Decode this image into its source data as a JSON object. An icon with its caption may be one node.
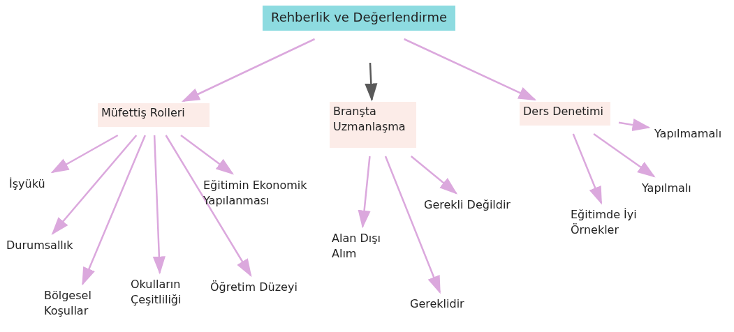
{
  "diagram": {
    "nodes": [
      {
        "text": [
          "Rehberlik ve Değerlendirme"
        ]
      },
      {
        "text": [
          "Müfettiş Rolleri"
        ]
      },
      {
        "text": [
          "Branşta Uzmanlaşma"
        ]
      },
      {
        "text": [
          "Ders Denetimi"
        ]
      },
      {
        "text": [
          "İşyükü"
        ]
      },
      {
        "text": [
          "Durumsallık"
        ]
      },
      {
        "text": [
          "Bölgesel Koşullar"
        ]
      },
      {
        "text": [
          "Okulların Çeşitliliği"
        ]
      },
      {
        "text": [
          "Öğretim Düzeyi"
        ]
      },
      {
        "text": [
          "Eğitimin Ekonomik Yapılanması"
        ]
      },
      {
        "text": [
          "Alan Dışı Alım"
        ]
      },
      {
        "text": [
          "Gerekli Değildir"
        ]
      },
      {
        "text": [
          "Gereklidir"
        ]
      },
      {
        "text": [
          "Yapılmamalı"
        ]
      },
      {
        "text": [
          "Yapılmalı"
        ]
      },
      {
        "text": [
          "Eğitimde İyi Örnekler"
        ]
      }
    ],
    "edges": [
      {
        "from": 0,
        "to": 1,
        "arrow": "to"
      },
      {
        "from": null,
        "to": 2,
        "arrow": "to",
        "color": "#595959"
      },
      {
        "from": 0,
        "to": 3,
        "arrow": "to"
      },
      {
        "from": 1,
        "to": 4,
        "arrow": "to"
      },
      {
        "from": 1,
        "to": 5,
        "arrow": "to"
      },
      {
        "from": 1,
        "to": 6,
        "arrow": "to"
      },
      {
        "from": 1,
        "to": 7,
        "arrow": "to"
      },
      {
        "from": 1,
        "to": 8,
        "arrow": "to"
      },
      {
        "from": 1,
        "to": 9,
        "arrow": "to"
      },
      {
        "from": 2,
        "to": 10,
        "arrow": "to"
      },
      {
        "from": 2,
        "to": 12,
        "arrow": "to"
      },
      {
        "from": 2,
        "to": 11,
        "arrow": "to"
      },
      {
        "from": 3,
        "to": 15,
        "arrow": "to"
      },
      {
        "from": 3,
        "to": 14,
        "arrow": "to"
      },
      {
        "from": 3,
        "to": 13,
        "arrow": "to"
      }
    ]
  }
}
